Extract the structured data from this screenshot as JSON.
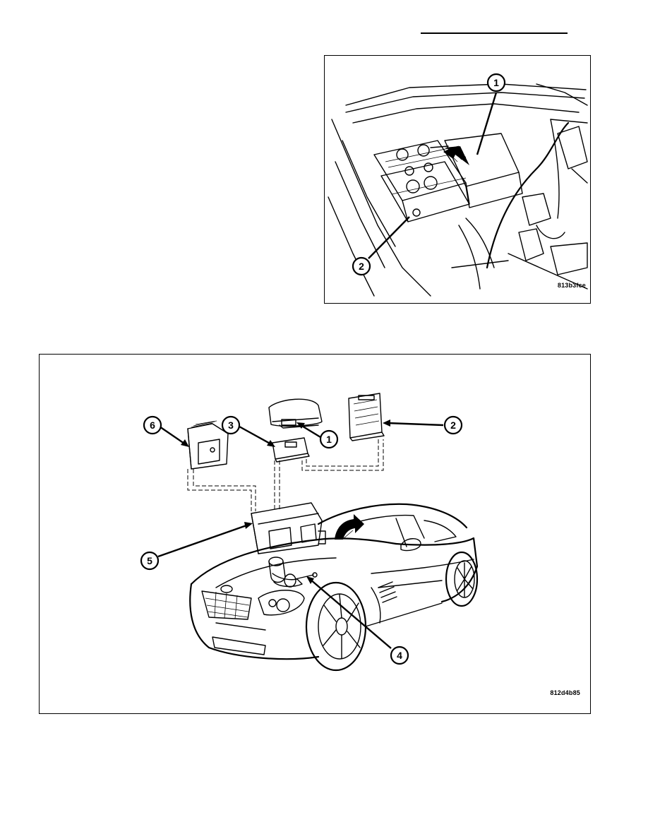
{
  "figures": [
    {
      "id_label": "813b3fce",
      "callouts": [
        "1",
        "2"
      ]
    },
    {
      "id_label": "812d4b85",
      "callouts": [
        "1",
        "2",
        "3",
        "4",
        "5",
        "6"
      ]
    }
  ]
}
